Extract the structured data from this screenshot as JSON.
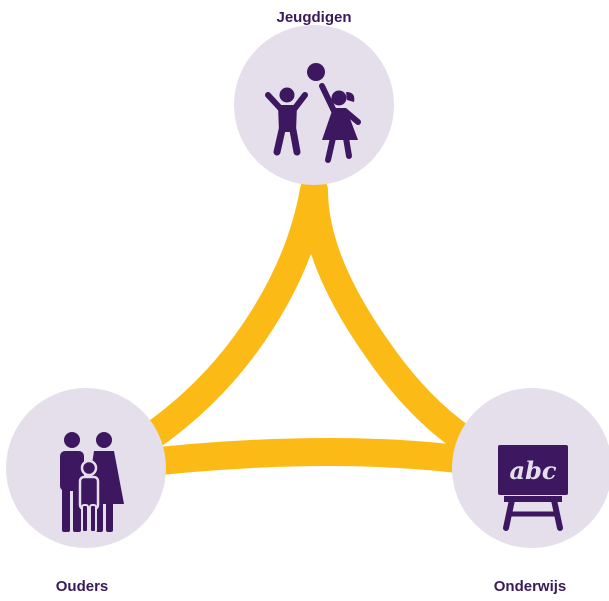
{
  "colors": {
    "circle_fill": "#e4dfea",
    "icon_color": "#3d1760",
    "connector_color": "#fbba16",
    "label_color": "#3b1a5a"
  },
  "nodes": {
    "top": {
      "label": "Jeugdigen",
      "icon": "children-playing-ball-icon"
    },
    "left": {
      "label": "Ouders",
      "icon": "parents-with-child-icon"
    },
    "right": {
      "label": "Onderwijs",
      "icon": "chalkboard-abc-icon"
    }
  },
  "chalkboard_text": "abc"
}
